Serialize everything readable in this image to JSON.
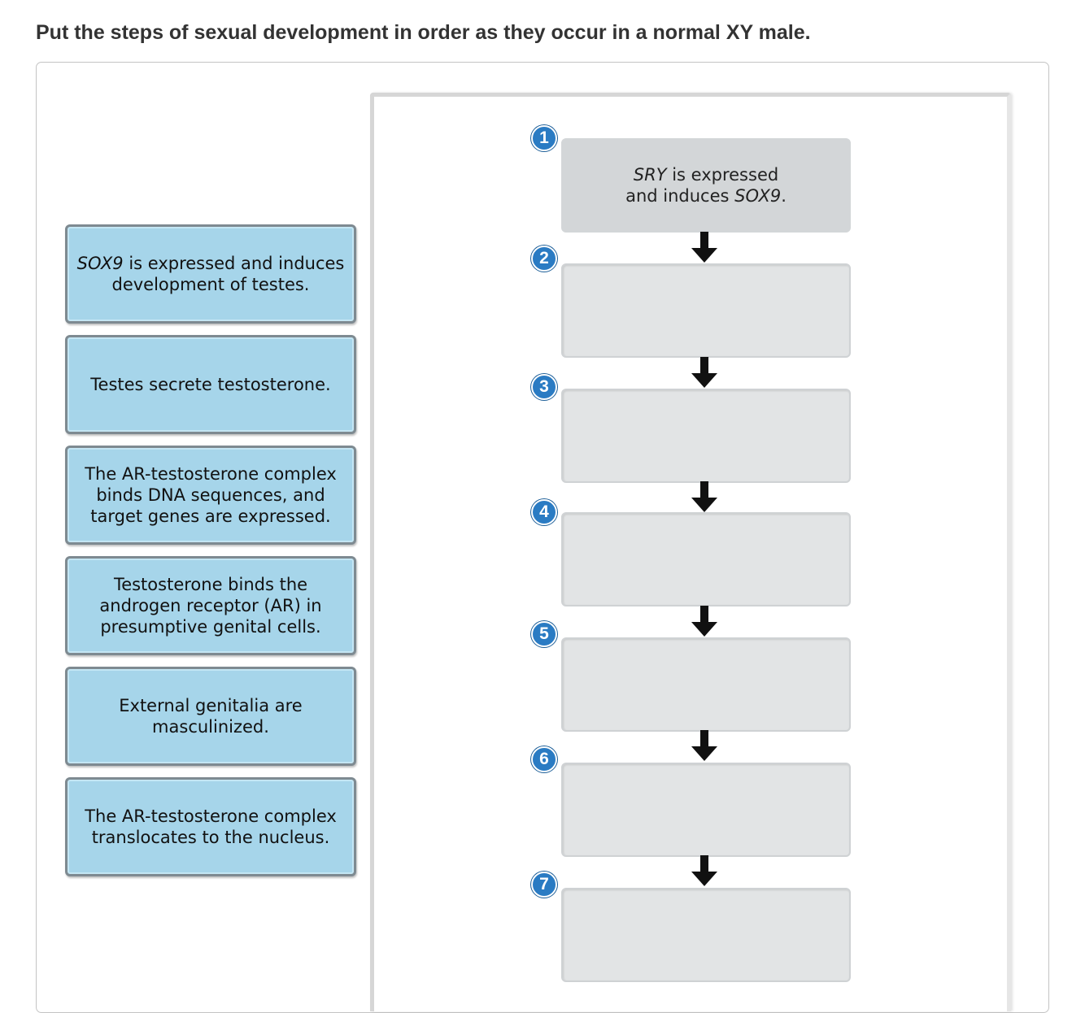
{
  "question": "Put the steps of sexual development in order as they occur in a normal XY male.",
  "cards": [
    {
      "italic": "SOX9",
      "text": " is expressed and induces development of testes."
    },
    {
      "italic": "",
      "text": "Testes secrete testosterone."
    },
    {
      "italic": "",
      "text": "The AR-testosterone complex binds DNA sequences, and target genes are expressed."
    },
    {
      "italic": "",
      "text": "Testosterone binds the androgen receptor (AR) in presumptive genital cells."
    },
    {
      "italic": "",
      "text": "External genitalia are masculinized."
    },
    {
      "italic": "",
      "text": "The AR-testosterone complex translocates to the nucleus."
    }
  ],
  "steps": {
    "numbers": [
      "1",
      "2",
      "3",
      "4",
      "5",
      "6",
      "7"
    ],
    "first": {
      "italic_a": "SRY",
      "text_a": " is expressed",
      "text_b": "and induces ",
      "italic_b": "SOX9",
      "text_c": "."
    }
  },
  "icons": {
    "arrow": "down-arrow-icon",
    "step_number": "numbered-circle-icon"
  },
  "colors": {
    "card_fill": "#a6d5ea",
    "card_border": "#7e8a91",
    "slot_fill": "#e2e4e5",
    "first_slot_fill": "#d3d6d8",
    "number_fill": "#2a7bc3",
    "arrow": "#111111"
  }
}
